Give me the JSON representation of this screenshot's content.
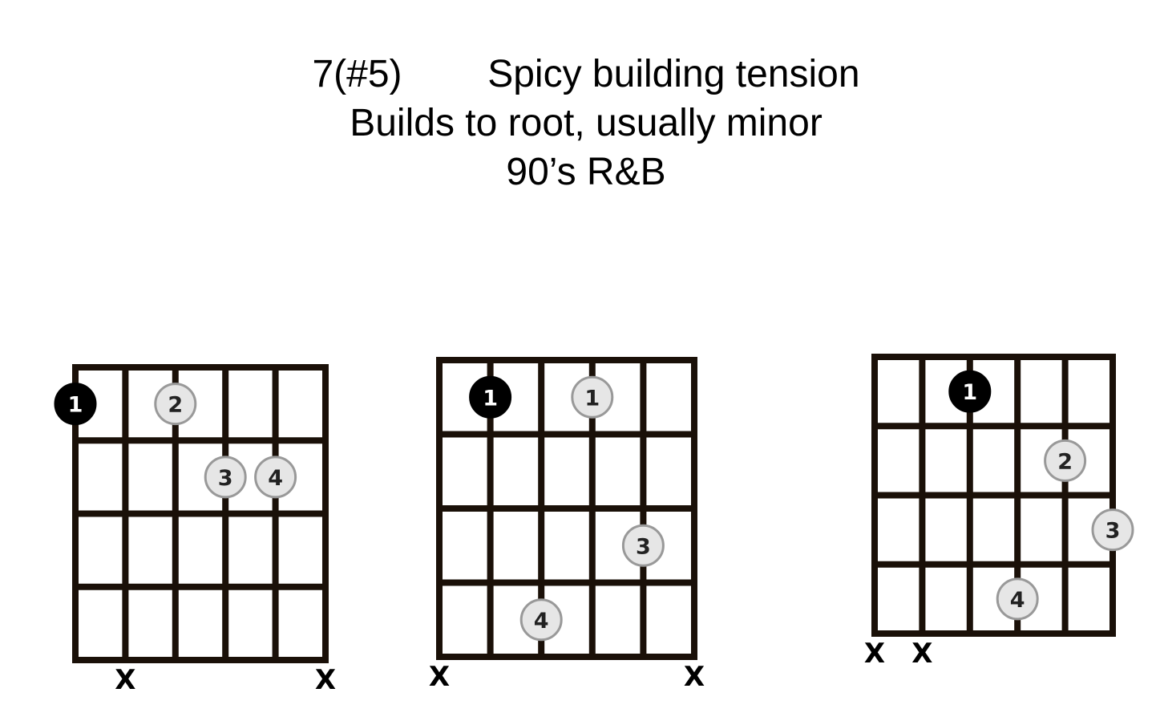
{
  "title": {
    "chord": "7(#5)",
    "description": "Spicy building tension",
    "line2": "Builds to root, usually minor",
    "line3": "90’s R&B"
  },
  "colors": {
    "root_dot": "#000000",
    "finger_dot_fill": "#e6e6e6",
    "finger_dot_stroke": "#999999",
    "grid": "#1a1008"
  },
  "chord_shapes": [
    {
      "strings": 6,
      "frets": 4,
      "muted_label": "X",
      "muted_strings": [
        2,
        6
      ],
      "dots": [
        {
          "string": 1,
          "fret": 1,
          "finger": "1",
          "root": true
        },
        {
          "string": 3,
          "fret": 1,
          "finger": "2",
          "root": false
        },
        {
          "string": 4,
          "fret": 2,
          "finger": "3",
          "root": false
        },
        {
          "string": 5,
          "fret": 2,
          "finger": "4",
          "root": false
        }
      ]
    },
    {
      "strings": 6,
      "frets": 4,
      "muted_label": "X",
      "muted_strings": [
        1,
        6
      ],
      "dots": [
        {
          "string": 2,
          "fret": 1,
          "finger": "1",
          "root": true
        },
        {
          "string": 4,
          "fret": 1,
          "finger": "1",
          "root": false
        },
        {
          "string": 5,
          "fret": 3,
          "finger": "3",
          "root": false
        },
        {
          "string": 3,
          "fret": 4,
          "finger": "4",
          "root": false
        }
      ]
    },
    {
      "strings": 6,
      "frets": 4,
      "muted_label": "X",
      "muted_strings": [
        1,
        2
      ],
      "dots": [
        {
          "string": 3,
          "fret": 1,
          "finger": "1",
          "root": true
        },
        {
          "string": 5,
          "fret": 2,
          "finger": "2",
          "root": false
        },
        {
          "string": 6,
          "fret": 3,
          "finger": "3",
          "root": false
        },
        {
          "string": 4,
          "fret": 4,
          "finger": "4",
          "root": false
        }
      ]
    }
  ]
}
